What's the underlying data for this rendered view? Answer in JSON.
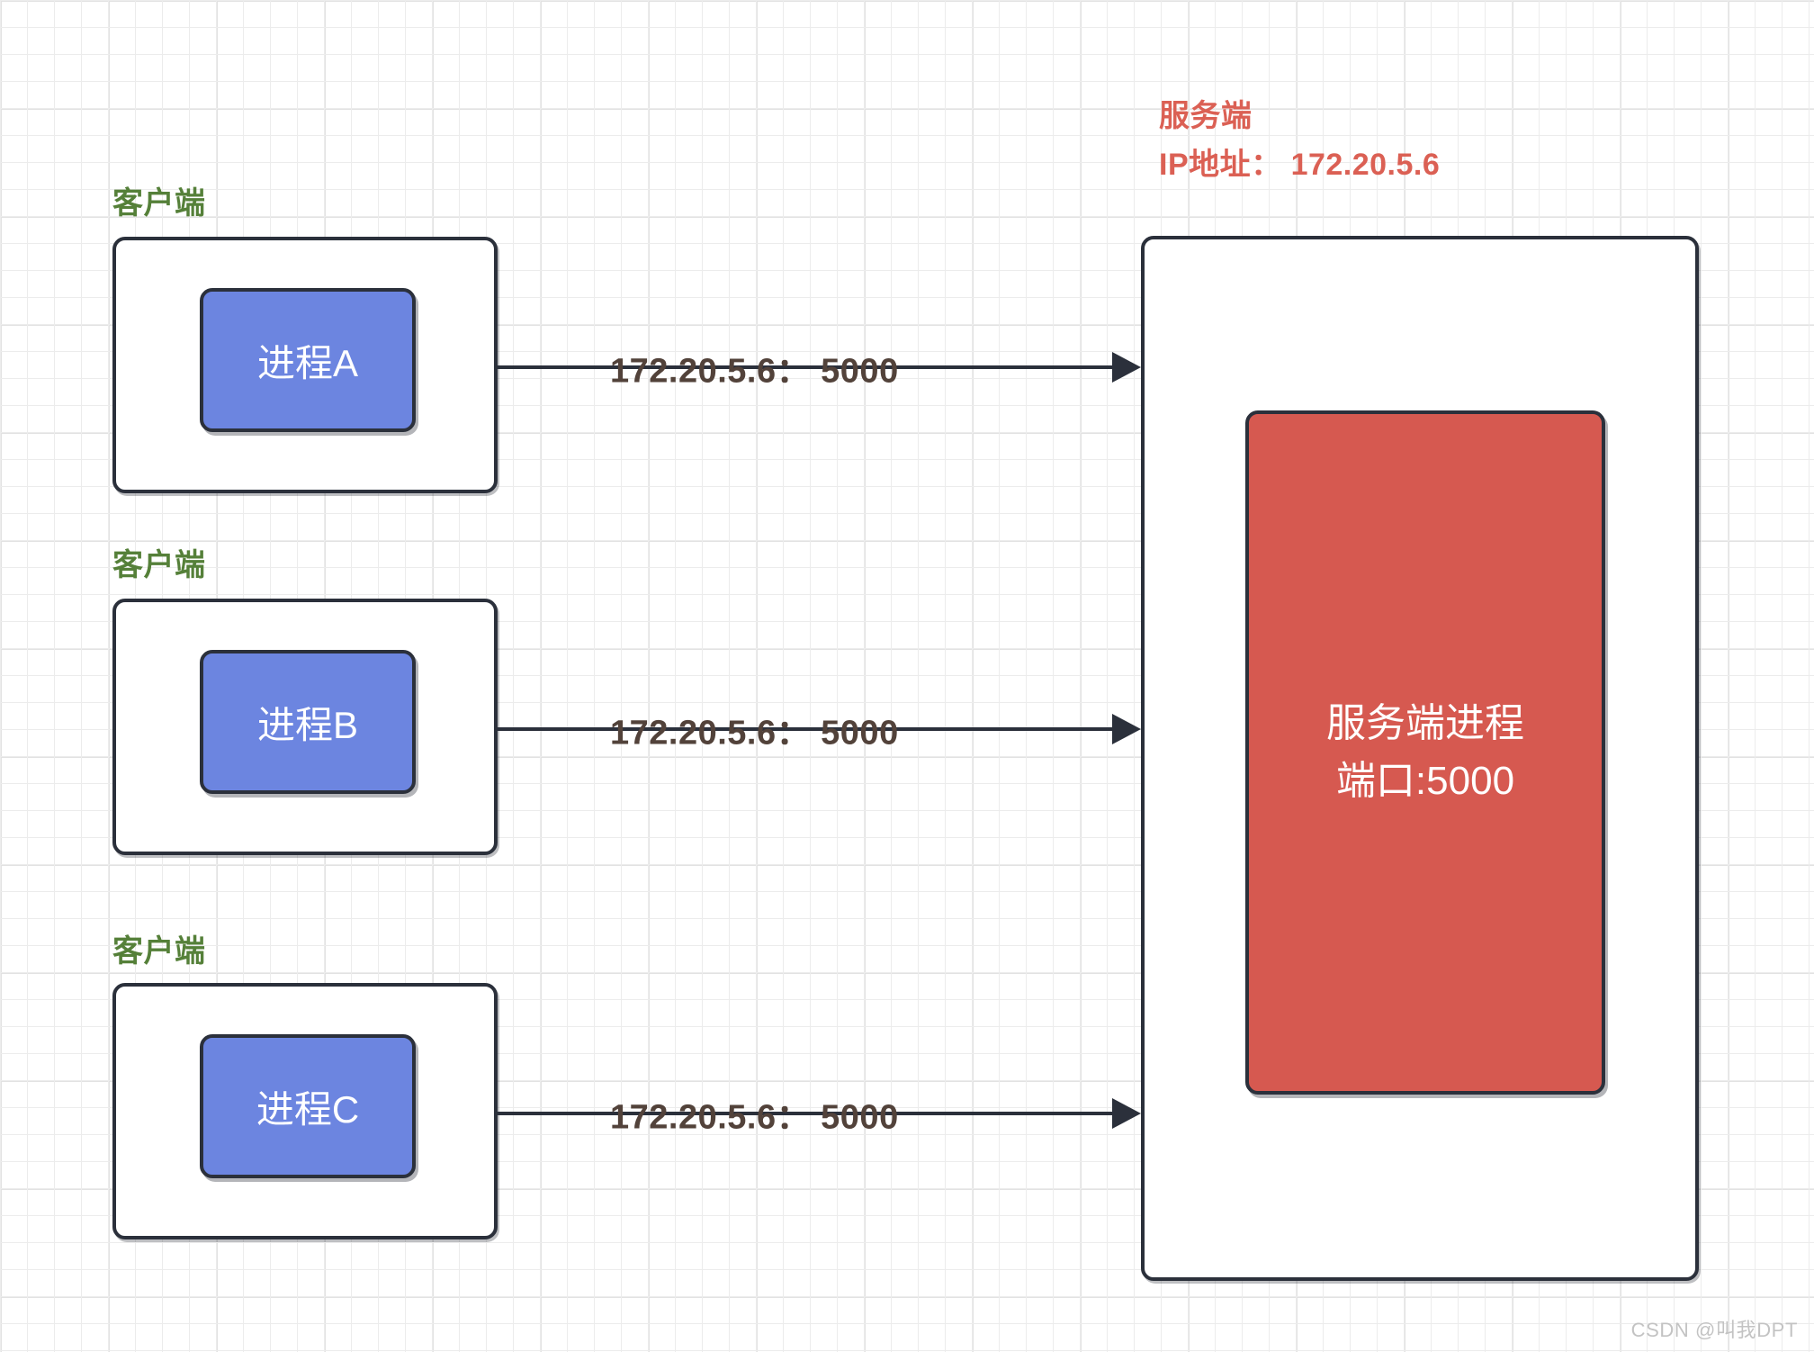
{
  "diagram": {
    "title": "TCP client-server port diagram",
    "colors": {
      "client_label": "#558039",
      "server_label": "#db6054",
      "process_blue": "#6c85e0",
      "process_red": "#d65950",
      "stroke": "#2b303b",
      "arrow_label": "#52423a",
      "grid_minor": "#ececec",
      "grid_major": "#e2e2e2"
    }
  },
  "clients": [
    {
      "label": "客户端",
      "process": "进程A",
      "arrow_label": "172.20.5.6： 5000"
    },
    {
      "label": "客户端",
      "process": "进程B",
      "arrow_label": "172.20.5.6： 5000"
    },
    {
      "label": "客户端",
      "process": "进程C",
      "arrow_label": "172.20.5.6： 5000"
    }
  ],
  "server": {
    "label_line1": "服务端",
    "label_line2": "IP地址： 172.20.5.6",
    "ip": "172.20.5.6",
    "process_line1": "服务端进程",
    "process_line2": "端口:5000",
    "port": "5000"
  },
  "watermark": {
    "text": "CSDN @叫我DPT"
  }
}
